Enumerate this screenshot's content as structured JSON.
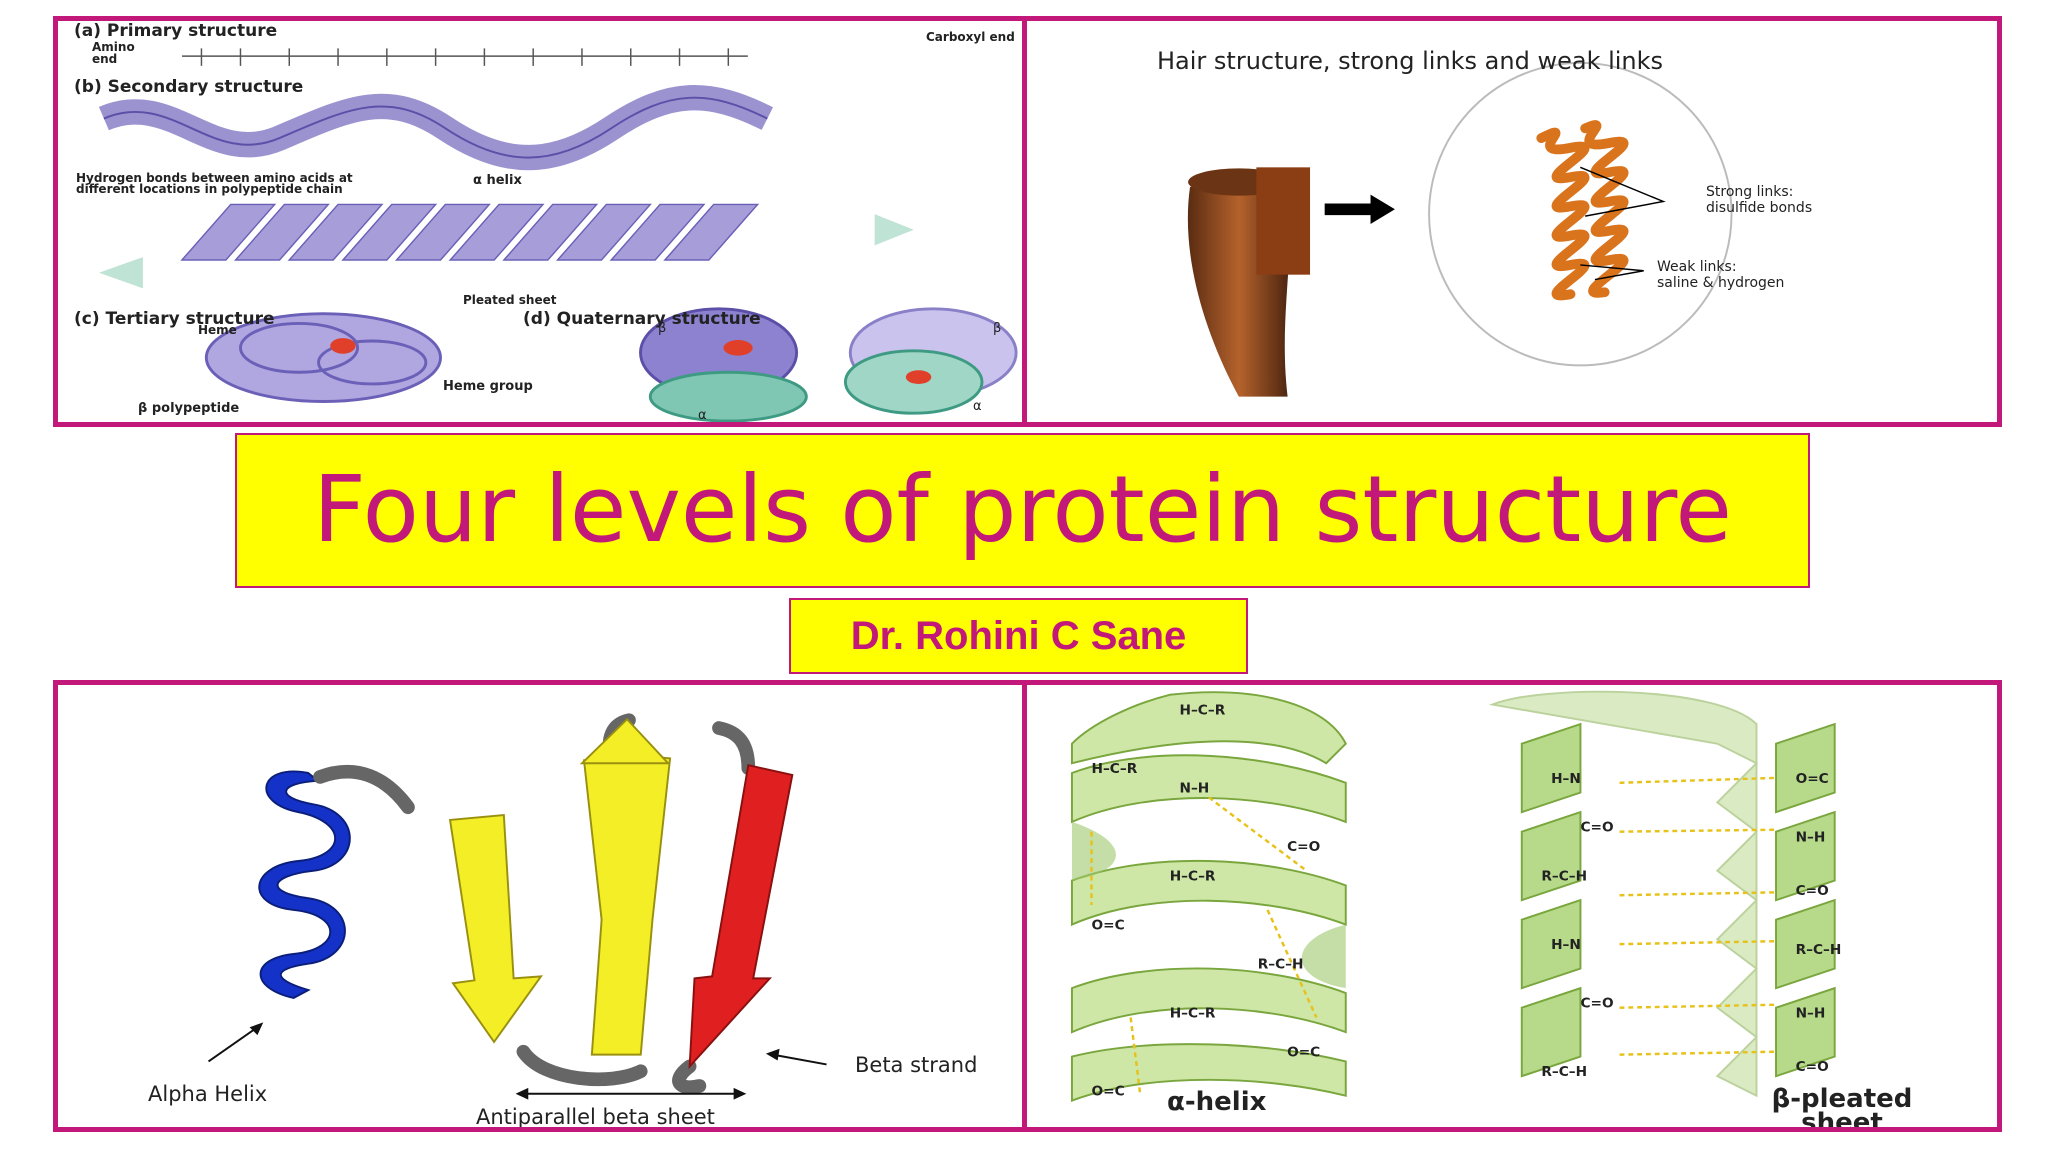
{
  "title": "Four levels of protein structure",
  "author": "Dr. Rohini C Sane",
  "colors": {
    "accent": "#c2187a",
    "highlight": "#ffff00"
  },
  "panel_levels": {
    "primary_label": "(a) Primary structure",
    "amino_end": "Amino end",
    "carboxyl_end": "Carboxyl end",
    "secondary_label": "(b) Secondary structure",
    "hbond_note": "Hydrogen bonds between amino acids at different locations in polypeptide chain",
    "alpha_helix": "α helix",
    "pleated_sheet": "Pleated sheet",
    "tertiary_label": "(c) Tertiary structure",
    "heme": "Heme",
    "beta_polypeptide": "β polypeptide",
    "quaternary_label": "(d) Quaternary structure",
    "heme_group": "Heme group",
    "beta1": "β",
    "beta2": "β",
    "alpha1": "α",
    "alpha2": "α"
  },
  "panel_hair": {
    "title": "Hair structure, strong links and weak links",
    "strong_links": "Strong links:",
    "strong_links_detail": "disulfide bonds",
    "weak_links": "Weak links:",
    "weak_links_detail": "saline & hydrogen"
  },
  "panel_ribbon": {
    "alpha_helix": "Alpha Helix",
    "beta_strand": "Beta strand",
    "antiparallel": "Antiparallel beta sheet"
  },
  "panel_chem": {
    "alpha_helix": "α-helix",
    "beta_sheet": "β-pleated sheet"
  }
}
